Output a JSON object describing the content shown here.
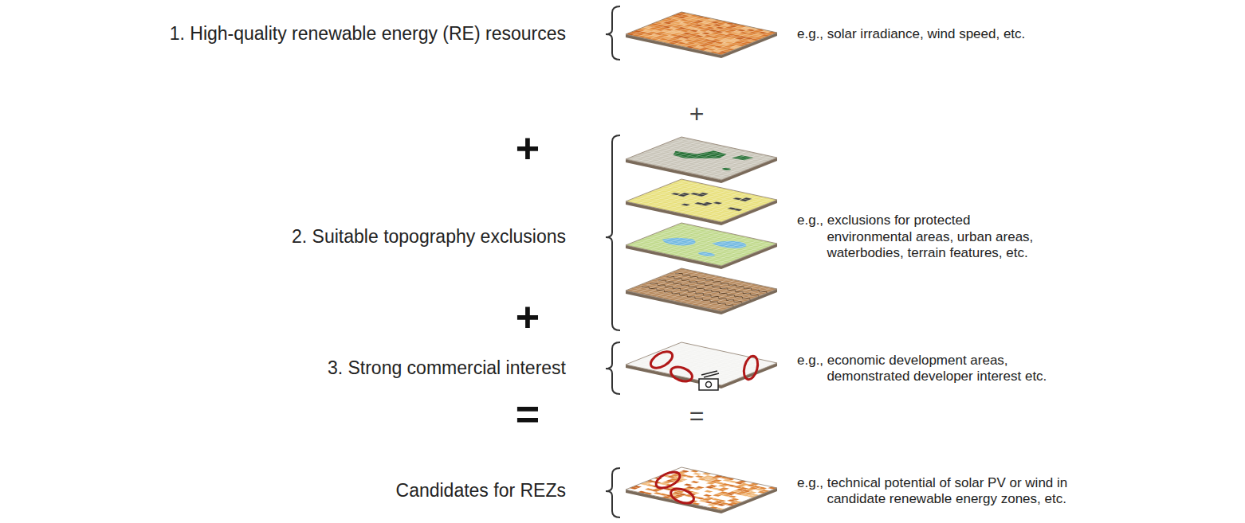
{
  "diagram": {
    "labels": [
      "1. High-quality renewable energy (RE) resources",
      "e.g., solar irradiance, wind speed, etc.",
      "+",
      "+",
      "2. Suitable topography exclusions",
      "e.g., exclusions for protected environmental areas, urban areas, waterbodies, terrain features, etc.",
      "+",
      "3. Strong commercial interest",
      "e.g., economic development areas, demonstrated developer interest etc.",
      "=",
      "=",
      "Candidates for REZs",
      "e.g., technical potential of solar PV or wind in candidate renewable energy zones, etc."
    ]
  }
}
